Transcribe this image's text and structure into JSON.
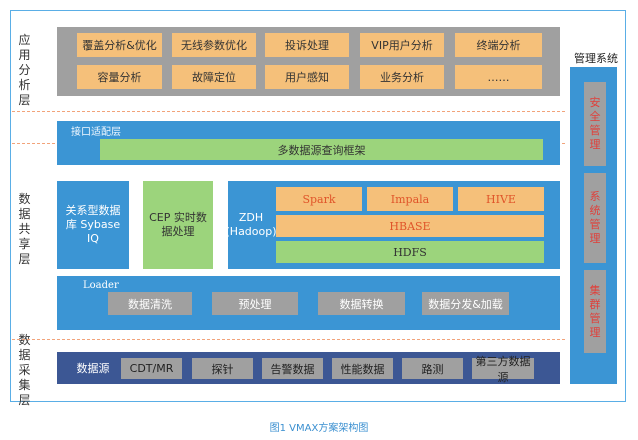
{
  "layers": {
    "application": "应用分析层",
    "sharing": "数据共享层",
    "collection": "数据采集层"
  },
  "application": {
    "row1": [
      "覆盖分析&优化",
      "无线参数优化",
      "投诉处理",
      "VIP用户分析",
      "终端分析"
    ],
    "row2": [
      "容量分析",
      "故障定位",
      "用户感知",
      "业务分析",
      "……"
    ]
  },
  "interface": {
    "title": "接口适配层",
    "framework": "多数据源查询框架"
  },
  "sharing": {
    "relational": "关系型数据库 Sybase IQ",
    "cep": "CEP 实时数据处理",
    "zdh": "ZDH (Hadoop)",
    "spark": "Spark",
    "impala": "Impala",
    "hive": "HIVE",
    "hbase": "HBASE",
    "hdfs": "HDFS"
  },
  "loader": {
    "title": "Loader",
    "steps": [
      "数据清洗",
      "预处理",
      "数据转换",
      "数据分发&加载"
    ]
  },
  "collection": {
    "title": "数据源",
    "sources": [
      "CDT/MR",
      "探针",
      "告警数据",
      "性能数据",
      "路测",
      "第三方数据源"
    ]
  },
  "management": {
    "title": "管理系统",
    "items": [
      "安全管理",
      "系统管理",
      "集群管理"
    ]
  },
  "caption": "图1  VMAX方案架构图",
  "colors": {
    "frame": "#5aaee6",
    "blue": "#3b95d4",
    "dark_blue": "#3c5794",
    "orange": "#f5c07a",
    "green": "#9cd47c",
    "grey": "#a0a0a0",
    "red_text": "#e0403a",
    "separator": "#f2a37a"
  }
}
